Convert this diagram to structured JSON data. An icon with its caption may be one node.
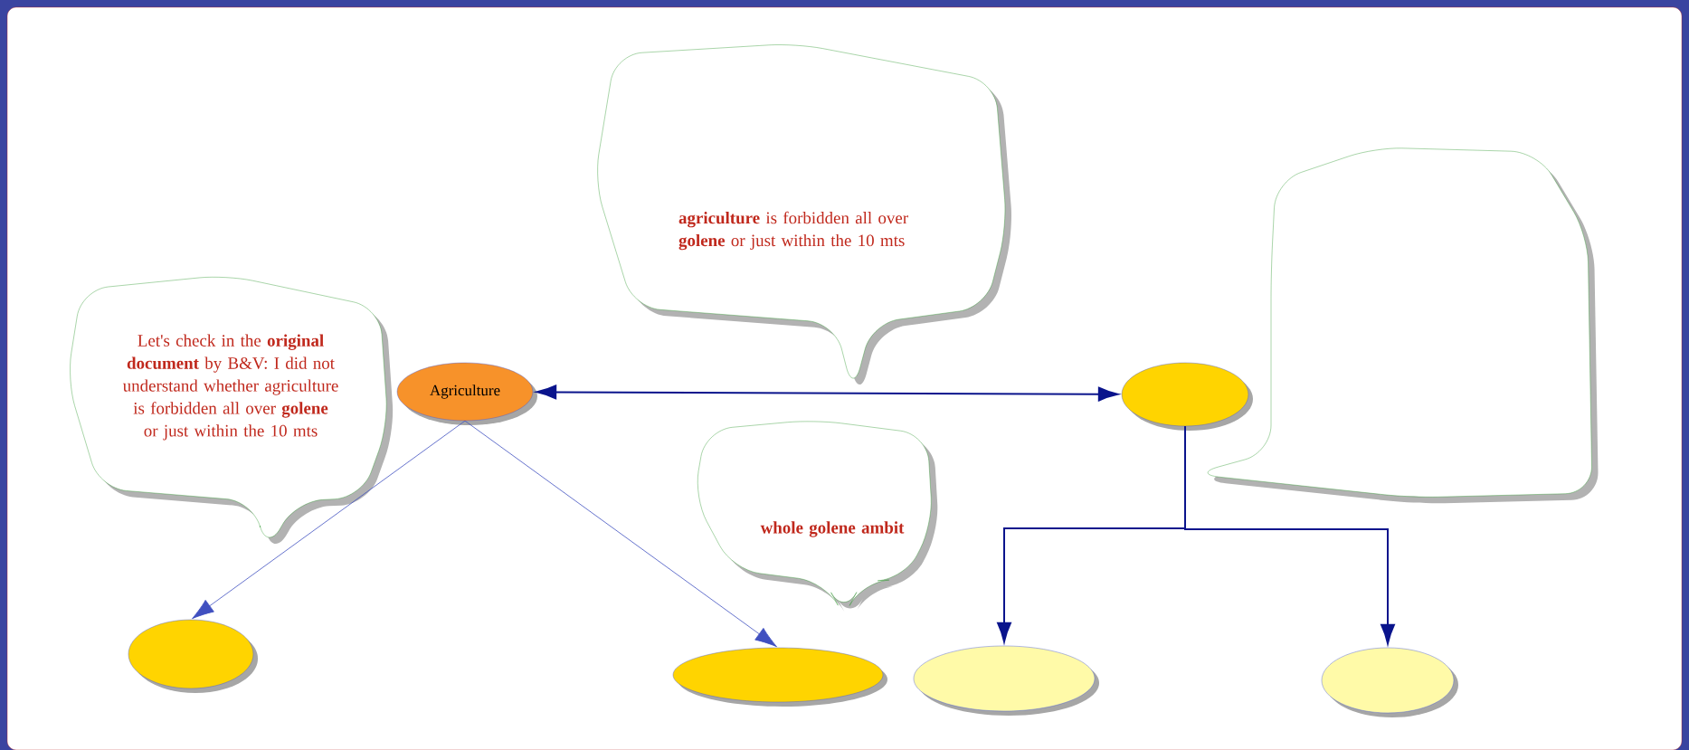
{
  "diagram": {
    "nodes": [
      {
        "text": [
          "Agriculture"
        ]
      },
      {
        "text": [],
        "shape": "ellipse"
      },
      {
        "text": [],
        "shape": "ellipse"
      },
      {
        "text": [],
        "shape": "ellipse"
      },
      {
        "text": [],
        "shape": "ellipse"
      },
      {
        "text": [],
        "shape": "ellipse"
      },
      {
        "text": [
          "**agriculture** is forbidden all over **golene** or just within the 10 mts"
        ]
      },
      {
        "text": [
          "Let's check in the **original document** by B&V: I did not understand whether agriculture is forbidden all over **golene** or just within the 10 mts"
        ]
      },
      {
        "text": [
          "whole golene ambit"
        ]
      },
      {
        "text": [],
        "shape": "callout"
      }
    ],
    "edges": [
      {
        "from": 0,
        "to": 1,
        "arrow": "both"
      },
      {
        "from": 0,
        "to": 2,
        "arrow": "to",
        "color": "#4050c0"
      },
      {
        "from": 0,
        "to": 3,
        "arrow": "to",
        "color": "#4050c0"
      },
      {
        "from": 1,
        "to": 4,
        "arrow": "to"
      },
      {
        "from": 1,
        "to": 5,
        "arrow": "to"
      }
    ]
  }
}
